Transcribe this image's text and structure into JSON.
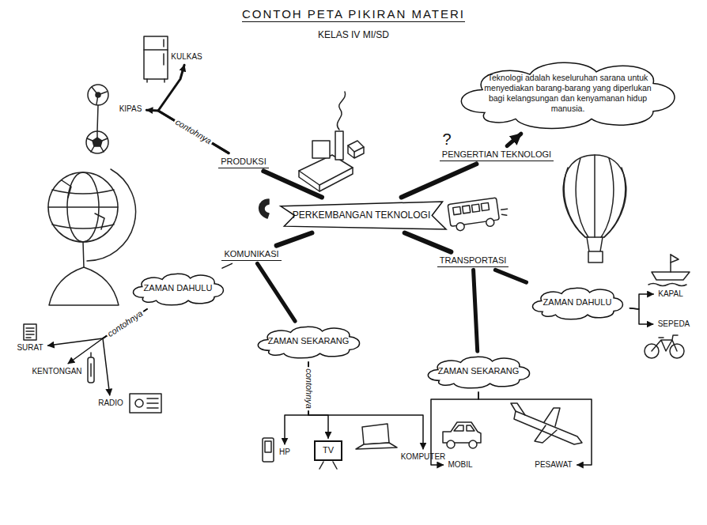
{
  "diagram": {
    "title": "CONTOH PETA PIKIRAN MATERI",
    "nodes": [
      {
        "text": [
          "KULKAS"
        ]
      },
      {
        "text": [
          "KIPAS"
        ]
      },
      {
        "text": [
          "Teknologi adalah keseluruhan sarana untuk menyediakan barang-barang yang diperlukan bagi kelangsungan dan kenyamanan hidup manusia."
        ]
      },
      {
        "text": [
          "PRODUKSI"
        ]
      },
      {
        "text": [
          "PENGERTIAN TEKNOLOGI"
        ]
      },
      {
        "text": [
          "PERKEMBANGAN TEKNOLOGI"
        ]
      },
      {
        "text": [
          "KOMUNIKASI"
        ]
      },
      {
        "text": [
          "TRANSPORTASI"
        ]
      },
      {
        "text": [
          "ZAMAN DAHULU"
        ]
      },
      {
        "text": [
          "ZAMAN DAHULU"
        ]
      },
      {
        "text": [
          "ZAMAN SEKARANG"
        ]
      },
      {
        "text": [
          "KAPAL"
        ]
      },
      {
        "text": [
          "SEPEDA"
        ]
      },
      {
        "text": [
          "SURAT"
        ]
      },
      {
        "text": [
          "ZAMAN SEKARANG"
        ]
      },
      {
        "text": [
          "KENTONGAN"
        ]
      },
      {
        "text": [
          "RADIO"
        ]
      },
      {
        "text": [
          "TV"
        ]
      },
      {
        "text": [
          "HP"
        ]
      },
      {
        "text": [
          "KOMPUTER"
        ]
      },
      {
        "text": [
          "MOBIL"
        ]
      },
      {
        "text": [
          "PESAWAT"
        ]
      }
    ],
    "edges": [
      {
        "from": 5,
        "to": 3,
        "arrow": "none"
      },
      {
        "from": 5,
        "to": 4,
        "arrow": "none"
      },
      {
        "from": 5,
        "to": 6,
        "arrow": "none"
      },
      {
        "from": 5,
        "to": 7,
        "arrow": "none"
      },
      {
        "from": 3,
        "to": 0,
        "arrow": "to"
      },
      {
        "from": 3,
        "to": 1,
        "label": "contohnya",
        "arrow": "to"
      },
      {
        "from": 4,
        "to": 2,
        "arrow": "to"
      },
      {
        "from": 6,
        "to": 8,
        "arrow": "none"
      },
      {
        "from": 6,
        "to": 10,
        "arrow": "none"
      },
      {
        "from": 7,
        "to": 9,
        "arrow": "none"
      },
      {
        "from": 7,
        "to": 14,
        "arrow": "none"
      },
      {
        "from": 8,
        "to": 13,
        "label": "contohnya",
        "arrow": "to"
      },
      {
        "from": 8,
        "to": 15,
        "arrow": "to"
      },
      {
        "from": 8,
        "to": 16,
        "arrow": "to"
      },
      {
        "from": 10,
        "to": 18,
        "arrow": "to"
      },
      {
        "from": 10,
        "to": 17,
        "label": "contohnya",
        "arrow": "to"
      },
      {
        "from": 10,
        "to": 19,
        "arrow": "to"
      },
      {
        "from": 9,
        "to": 11,
        "arrow": "to"
      },
      {
        "from": 9,
        "to": 12,
        "arrow": "to"
      },
      {
        "from": 14,
        "to": 20,
        "arrow": "to"
      },
      {
        "from": 14,
        "to": 21,
        "arrow": "to"
      }
    ],
    "labels": [
      "KELAS IV MI/SD",
      "?"
    ]
  }
}
